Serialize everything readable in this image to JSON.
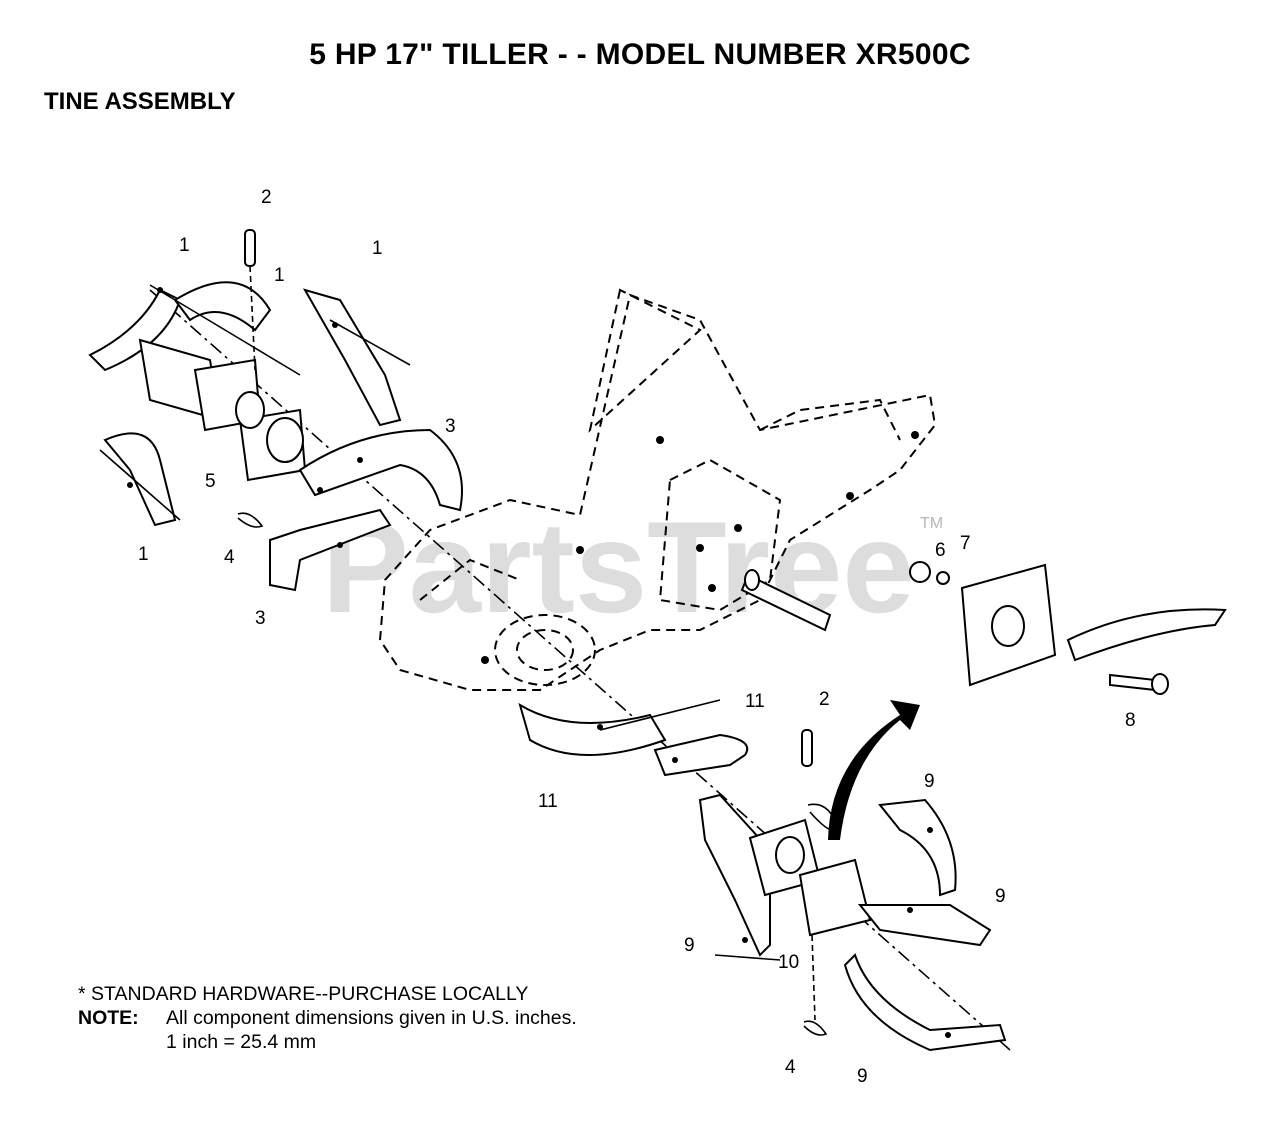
{
  "header": {
    "title": "5 HP 17\" TILLER - - MODEL NUMBER XR500C",
    "subtitle": "TINE ASSEMBLY"
  },
  "watermark": {
    "text": "PartsTree",
    "trademark": "TM"
  },
  "callouts": {
    "c1a": "1",
    "c1b": "1",
    "c1c": "1",
    "c1d": "1",
    "c2a": "2",
    "c2b": "2",
    "c3a": "3",
    "c3b": "3",
    "c4a": "4",
    "c4b": "4",
    "c5": "5",
    "c6": "6",
    "c7": "7",
    "c8": "8",
    "c9a": "9",
    "c9b": "9",
    "c9c": "9",
    "c9d": "9",
    "c10": "10",
    "c11a": "11",
    "c11b": "11"
  },
  "notes": {
    "standard_hardware": "* STANDARD HARDWARE--PURCHASE LOCALLY",
    "note_label": "NOTE:",
    "note_line1": "All component dimensions given in U.S. inches.",
    "note_line2": "1 inch = 25.4 mm"
  }
}
